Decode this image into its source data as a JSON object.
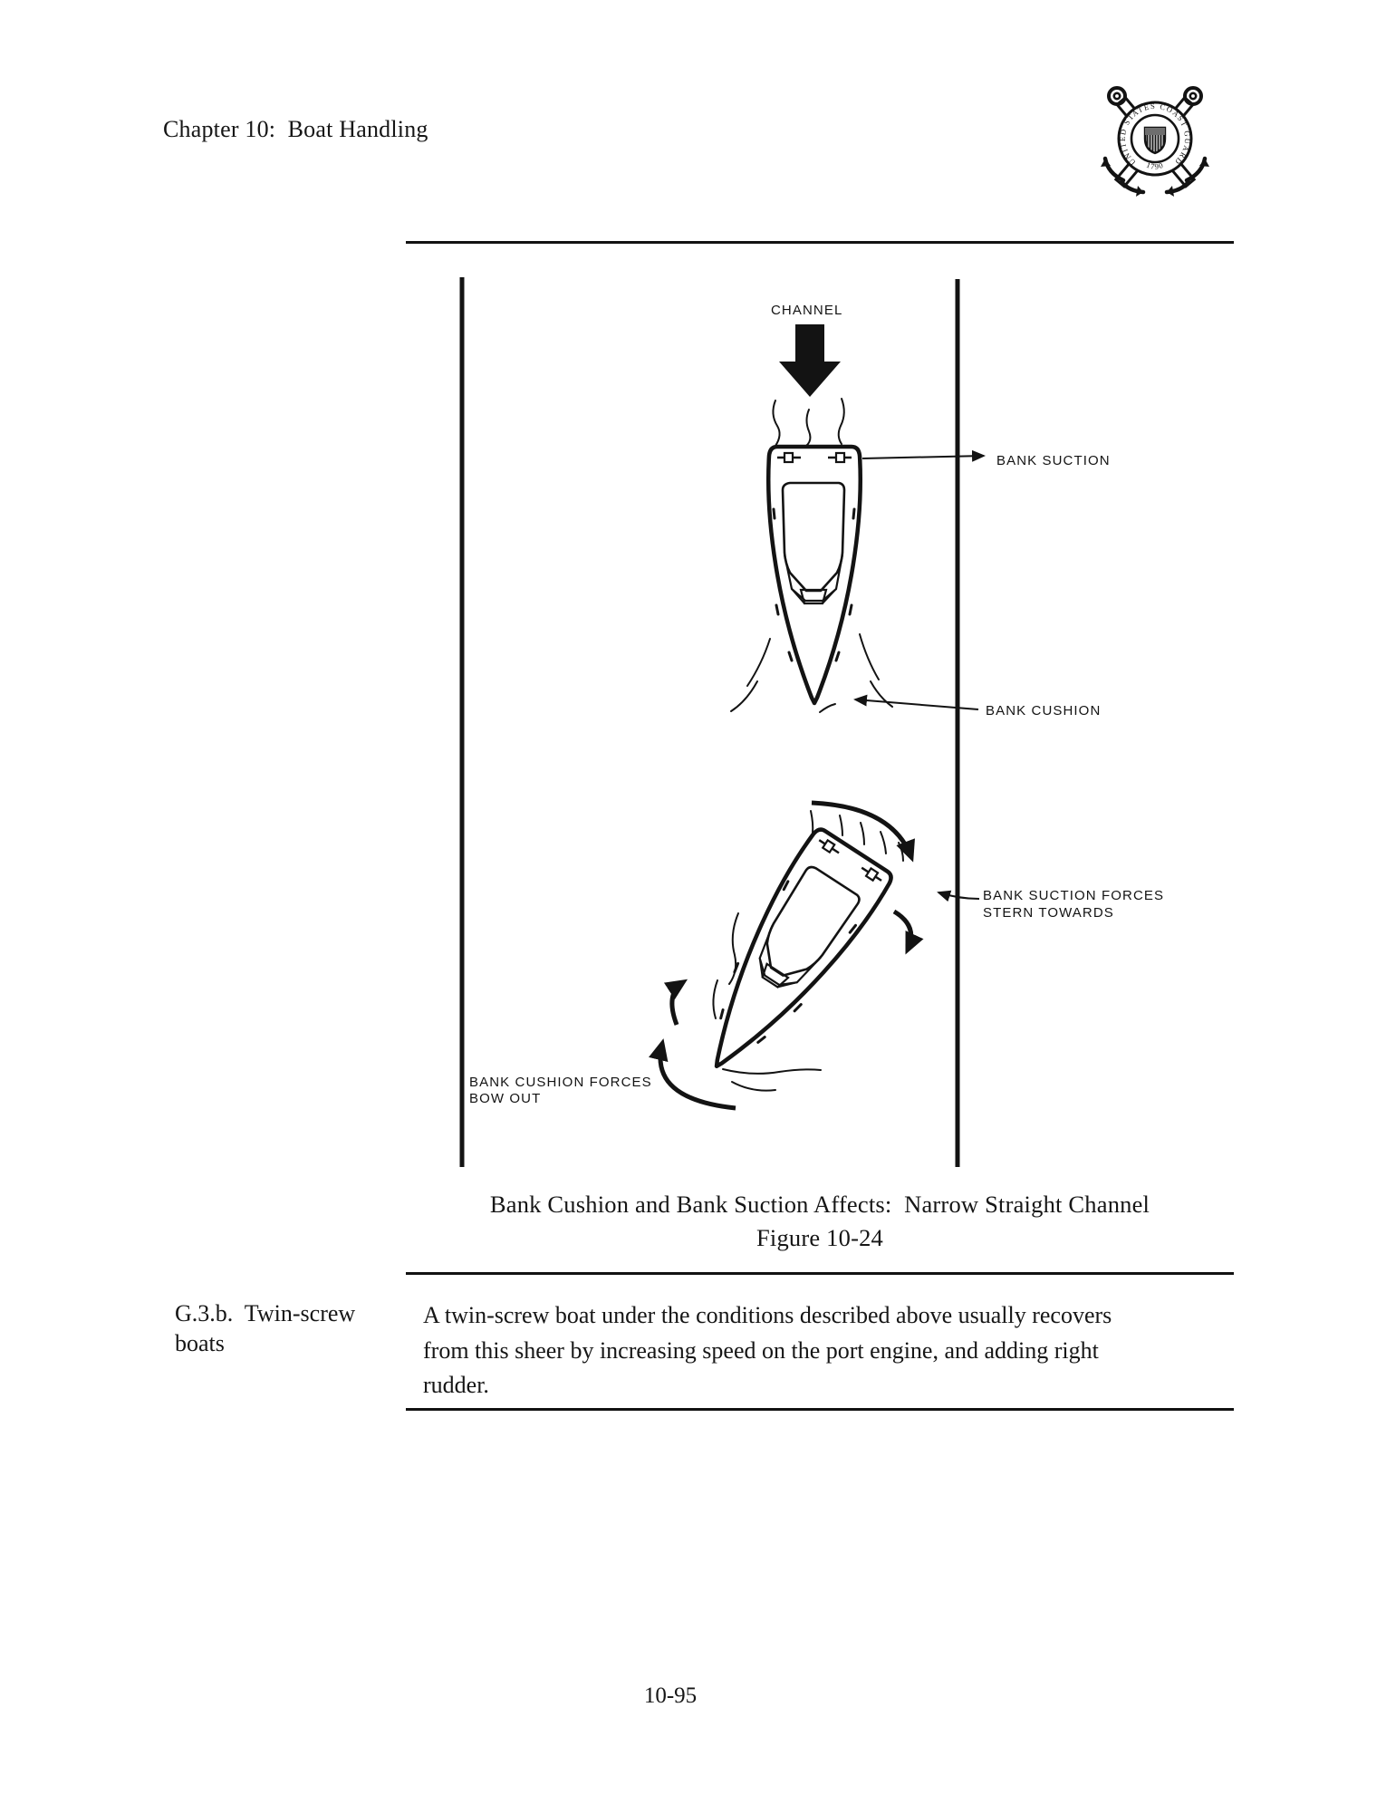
{
  "page": {
    "header": "Chapter 10:  Boat Handling",
    "page_number": "10-95"
  },
  "logo": {
    "ring_text": "UNITED STATES COAST GUARD",
    "year": "1790"
  },
  "figure": {
    "labels": {
      "channel": "CHANNEL",
      "bank_suction": "BANK SUCTION",
      "bank_cushion": "BANK CUSHION",
      "bank_suction_forces_line1": "BANK SUCTION FORCES",
      "bank_suction_forces_line2": "STERN TOWARDS",
      "bank_cushion_forces_line1": "BANK CUSHION FORCES",
      "bank_cushion_forces_line2": "BOW OUT"
    },
    "caption_line1": "Bank Cushion and Bank Suction Affects:  Narrow Straight Channel",
    "caption_line2": "Figure 10-24"
  },
  "section": {
    "term_line1": "G.3.b.  Twin-screw",
    "term_line2": "boats",
    "body_lines": [
      "A twin-screw boat under the conditions described above usually recovers",
      "from this sheer by increasing speed on the port engine, and adding right",
      "rudder."
    ]
  },
  "colors": {
    "ink": "#131313",
    "paper": "#ffffff",
    "shield_band": "#6e6e6e"
  }
}
